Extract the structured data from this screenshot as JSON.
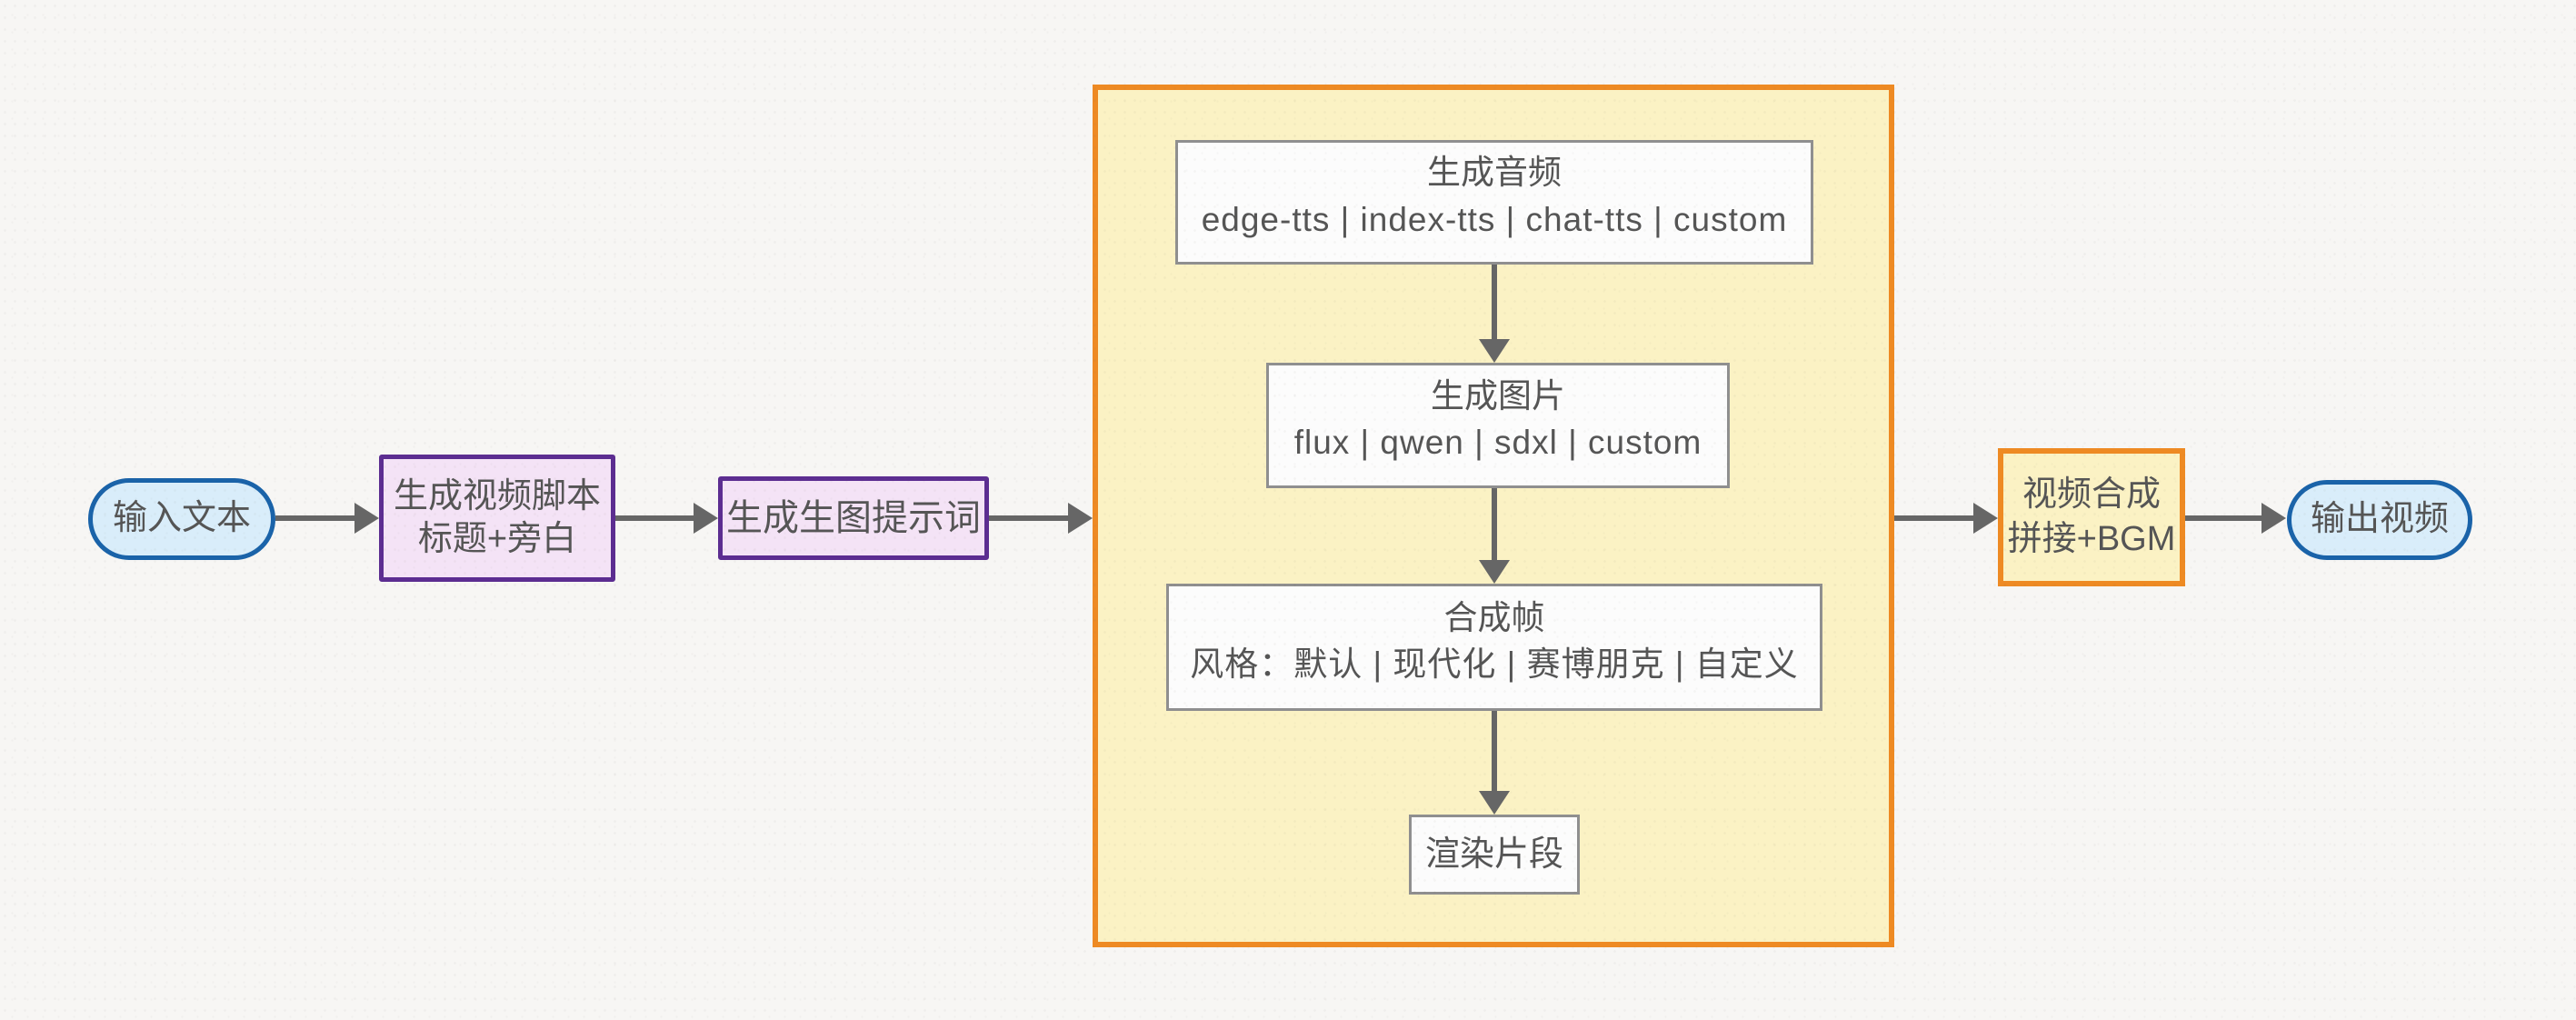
{
  "colors": {
    "background": "#f7f6f4",
    "arrow": "#666666",
    "text": "#555555",
    "terminal_border": "#1a63a9",
    "terminal_fill": "#d9edfa",
    "process_border": "#5c2d91",
    "process_fill": "#f4e3f6",
    "stage_border": "#ee8a23",
    "stage_fill": "#fbf2c4",
    "inner_border": "#8f8f8f",
    "inner_fill": "#fcfcfc"
  },
  "nodes": {
    "input": {
      "label": "输入文本"
    },
    "script": {
      "line1": "生成视频脚本",
      "line2": "标题+旁白"
    },
    "prompt": {
      "label": "生成生图提示词"
    },
    "audio": {
      "title": "生成音频",
      "subtitle": "edge-tts | index-tts | chat-tts | custom"
    },
    "image": {
      "title": "生成图片",
      "subtitle": "flux | qwen | sdxl | custom"
    },
    "frame": {
      "title": "合成帧",
      "subtitle": "风格：默认 | 现代化 | 赛博朋克 | 自定义"
    },
    "render": {
      "label": "渲染片段"
    },
    "compose": {
      "line1": "视频合成",
      "line2": "拼接+BGM"
    },
    "output": {
      "label": "输出视频"
    }
  }
}
